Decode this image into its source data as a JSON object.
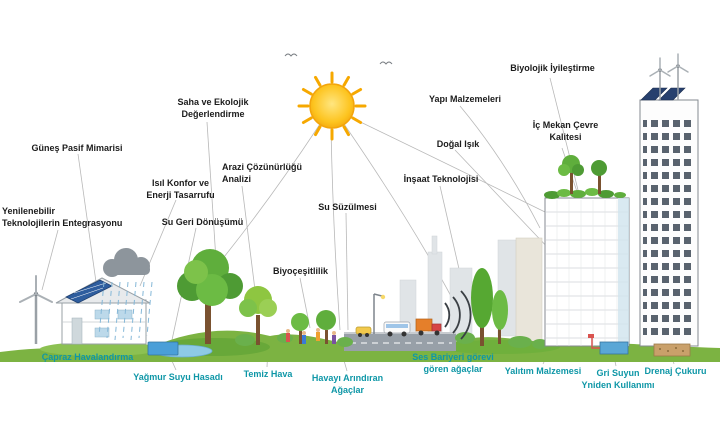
{
  "figure": {
    "type": "sustainable-building-ecology-diagram",
    "language": "tr"
  },
  "colors": {
    "concept_label": "#1c1c1c",
    "feature_label": "#0f97a7",
    "sun_core": "#fdc41f",
    "sun_ray": "#f6a800",
    "foliage_dark": "#4e9b34",
    "foliage_light": "#8ec641",
    "ground_green": "#7cb342",
    "water_blue": "#5aa7d6",
    "cloud_gray": "#8d959c",
    "connector_gray": "#b8b8b8"
  },
  "concept_labels": {
    "solar_passive_architecture": "Güneş Pasif Mimarisi",
    "site_ecological_assessment": "Saha ve Ekolojik\nDeğerlendirme",
    "building_materials": "Yapı Malzemeleri",
    "biological_remediation": "Biyolojik İyileştirme",
    "indoor_environment_quality": "İç Mekan Çevre\nKalitesi",
    "natural_light": "Doğal Işık",
    "construction_technology": "İnşaat Teknolojisi",
    "land_resolution_analysis": "Arazi Çözünürlüğü\nAnalizi",
    "thermal_comfort_energy_saving": "Isıl Konfor ve\nEnerji Tasarrufu",
    "water_recycling": "Su Geri Dönüşümü",
    "renewable_tech_integration": "Yenilenebilir\nTeknolojilerin Entegrasyonu",
    "water_infiltration": "Su Süzülmesi",
    "biodiversity": "Biyoçeşitlilik"
  },
  "feature_labels": {
    "cross_ventilation": "Çapraz Havalandırma",
    "rainwater_harvesting": "Yağmur Suyu Hasadı",
    "clean_air": "Temiz Hava",
    "air_purifying_trees": "Havayı Arındıran\nAğaçlar",
    "noise_barrier_trees": "Ses Bariyeri görevi\ngören ağaçlar",
    "insulation_material": "Yalıtım Malzemesi",
    "greywater_reuse": "Gri Suyun\nYniden Kullanımı",
    "drainage_pit": "Drenaj Çukuru"
  }
}
